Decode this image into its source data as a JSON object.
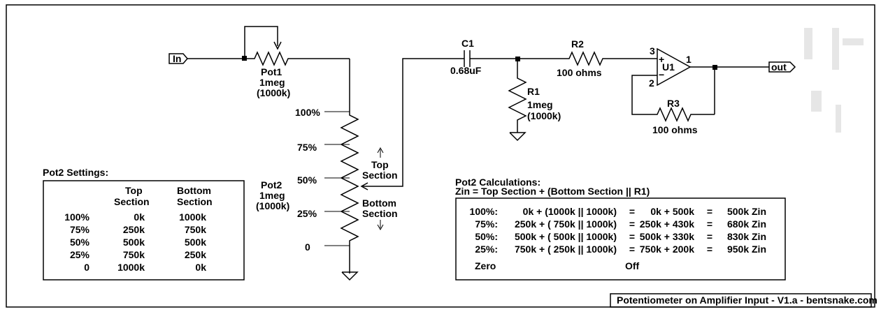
{
  "colors": {
    "background": "#ffffff",
    "ink": "#000000",
    "watermark": "#e6e6e6"
  },
  "ports": {
    "input": "In",
    "output": "out"
  },
  "pot1": {
    "name": "Pot1",
    "value": "1meg",
    "ohms": "(1000k)"
  },
  "pot2": {
    "name": "Pot2",
    "value": "1meg",
    "ohms": "(1000k)",
    "ticks": [
      "100%",
      "75%",
      "50%",
      "25%",
      "0"
    ],
    "top_label": [
      "Top",
      "Section"
    ],
    "bottom_label": [
      "Bottom",
      "Section"
    ]
  },
  "c1": {
    "name": "C1",
    "value": "0.68uF"
  },
  "r1": {
    "name": "R1",
    "value": "1meg",
    "ohms": "(1000k)"
  },
  "r2": {
    "name": "R2",
    "value": "100 ohms"
  },
  "r3": {
    "name": "R3",
    "value": "100 ohms"
  },
  "u1": {
    "name": "U1",
    "pin_in_plus": "3",
    "pin_in_minus": "2",
    "pin_out": "1",
    "plus": "+",
    "minus": "−"
  },
  "settings": {
    "title": "Pot2 Settings:",
    "headers": [
      [
        "Top",
        "Section"
      ],
      [
        "Bottom",
        "Section"
      ]
    ],
    "rows": [
      [
        "100%",
        "0k",
        "1000k"
      ],
      [
        "75%",
        "250k",
        "750k"
      ],
      [
        "50%",
        "500k",
        "500k"
      ],
      [
        "25%",
        "750k",
        "250k"
      ],
      [
        "0",
        "1000k",
        "0k"
      ]
    ]
  },
  "calculations": {
    "title": "Pot2 Calculations:",
    "formula": "Zin = Top Section + (Bottom Section || R1)",
    "rows": [
      [
        "100%:",
        "0k + (1000k || 1000k)",
        "=",
        "0k + 500k",
        "=",
        "500k Zin"
      ],
      [
        "75%:",
        "250k + (  750k || 1000k)",
        "=",
        "250k + 430k",
        "=",
        "680k Zin"
      ],
      [
        "50%:",
        "500k + (  500k || 1000k)",
        "=",
        "500k + 330k",
        "=",
        "830k Zin"
      ],
      [
        "25%:",
        "750k + (  250k || 1000k)",
        "=",
        "750k + 200k",
        "=",
        "950k Zin"
      ]
    ],
    "zero_label": "Zero",
    "zero_value": "Off"
  },
  "footer": "Potentiometer on Amplifier Input - V1.a - bentsnake.com"
}
